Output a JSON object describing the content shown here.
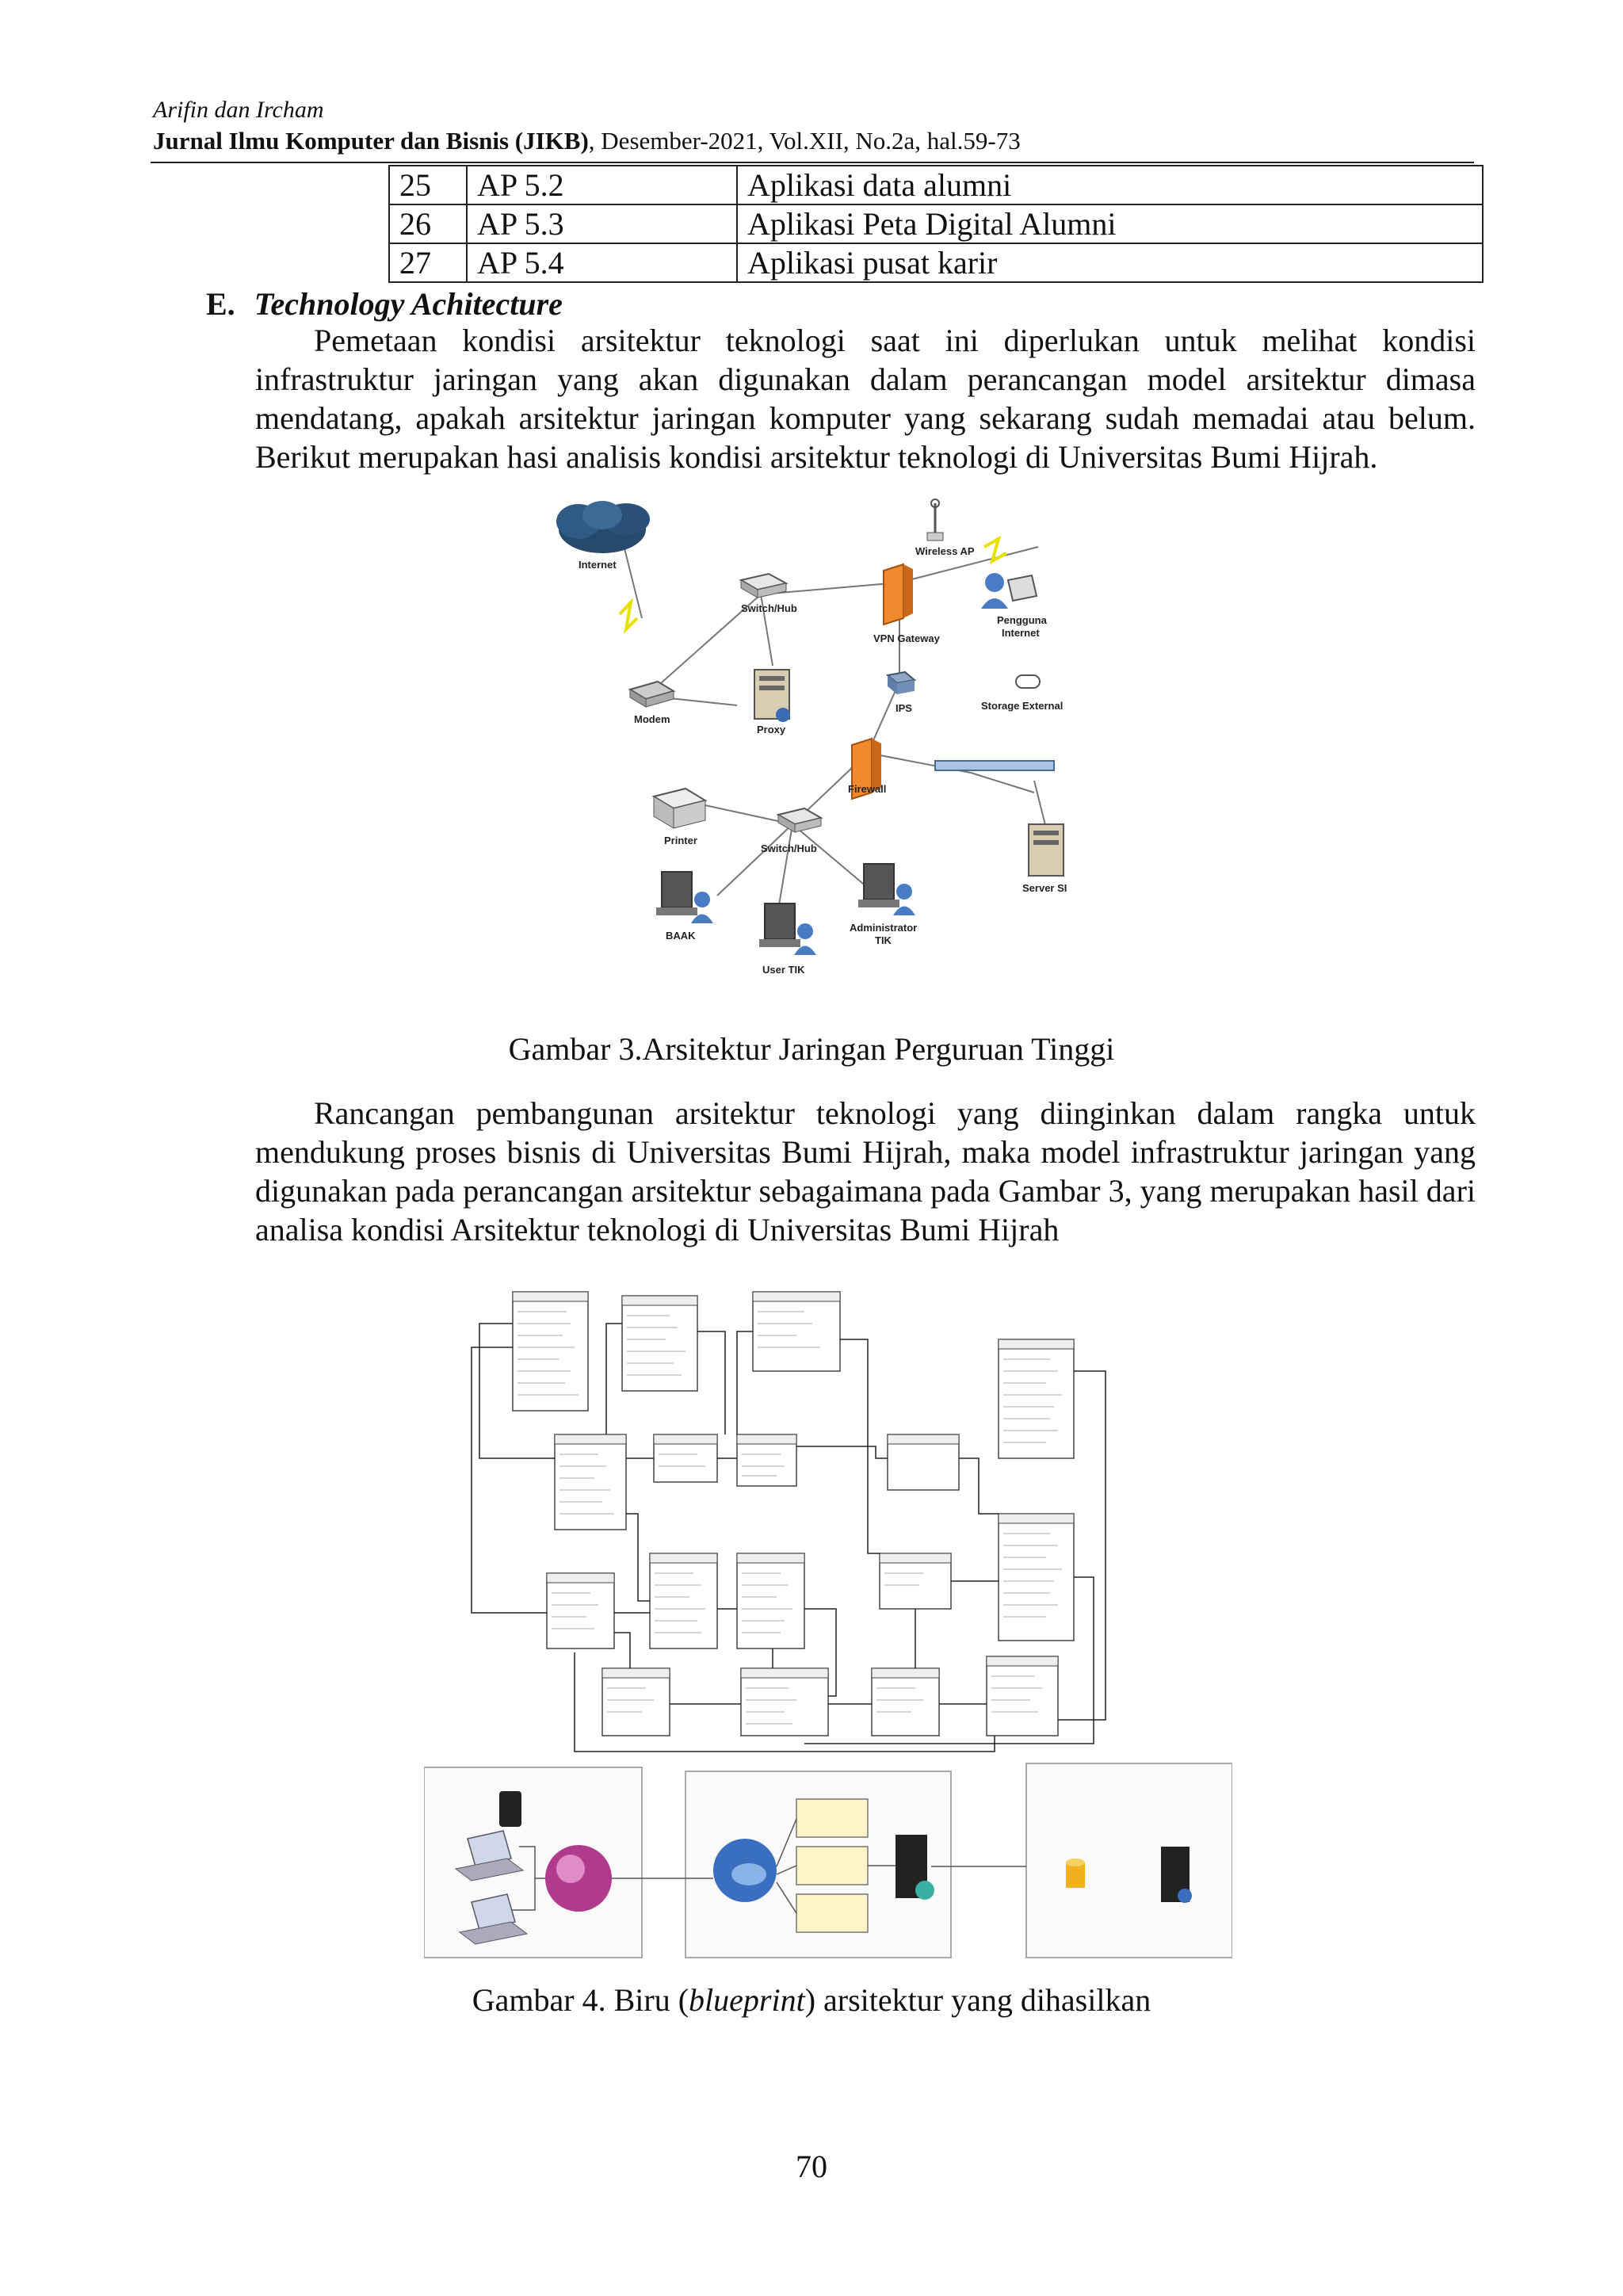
{
  "header": {
    "authors": "Arifin dan Ircham",
    "journal_bold": "Jurnal Ilmu Komputer dan Bisnis (JIKB)",
    "journal_rest": ", Desember-2021, Vol.XII, No.2a, hal.59-73"
  },
  "table": {
    "rows": [
      {
        "no": "25",
        "code": "AP 5.2",
        "name": "Aplikasi data alumni"
      },
      {
        "no": "26",
        "code": "AP 5.3",
        "name": "Aplikasi Peta Digital Alumni"
      },
      {
        "no": "27",
        "code": "AP 5.4",
        "name": "Aplikasi pusat karir"
      }
    ]
  },
  "section": {
    "number": "E.",
    "title": "Technology Achitecture"
  },
  "paragraph1": "Pemetaan kondisi arsitektur teknologi saat ini diperlukan untuk melihat kondisi infrastruktur jaringan yang akan digunakan dalam perancangan model arsitektur dimasa mendatang, apakah arsitektur jaringan komputer yang sekarang sudah memadai atau belum. Berikut merupakan hasi analisis kondisi arsitektur teknologi di Universitas Bumi Hijrah.",
  "figure3": {
    "caption": "Gambar 3.Arsitektur Jaringan Perguruan Tinggi",
    "labels": {
      "internet": "Internet",
      "modem": "Modem",
      "switch_top": "Switch/Hub",
      "proxy": "Proxy",
      "vpn": "VPN Gateway",
      "ips": "IPS",
      "wireless": "Wireless AP",
      "pengguna_1": "Pengguna",
      "pengguna_2": "Internet",
      "storage": "Storage External",
      "firewall": "Firewall",
      "printer": "Printer",
      "switch_bottom": "Switch/Hub",
      "server": "Server SI",
      "baak": "BAAK",
      "user_tik": "User TIK",
      "admin_1": "Administrator",
      "admin_2": "TIK"
    }
  },
  "paragraph2": "Rancangan pembangunan arsitektur teknologi yang diinginkan dalam rangka untuk mendukung proses bisnis di Universitas Bumi Hijrah, maka model infrastruktur jaringan yang digunakan pada perancangan arsitektur sebagaimana pada Gambar 3, yang merupakan hasil dari analisa kondisi Arsitektur teknologi di Universitas Bumi Hijrah",
  "figure4": {
    "caption_pre": "Gambar 4. Biru (",
    "caption_em": "blueprint",
    "caption_post": ") arsitektur yang dihasilkan"
  },
  "page_number": "70"
}
